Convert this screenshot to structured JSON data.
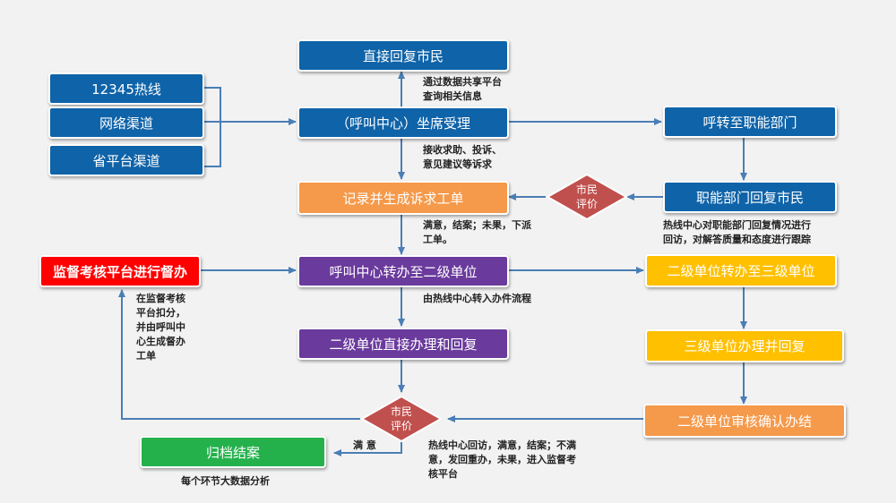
{
  "boxes": {
    "reply_direct": "直接回复市民",
    "hotline": "12345热线",
    "network": "网络渠道",
    "province": "省平台渠道",
    "call_center": "（呼叫中心）坐席受理",
    "transfer_dept": "呼转至职能部门",
    "record": "记录并生成诉求工单",
    "dept_reply": "职能部门回复市民",
    "supervise": "监督考核平台进行督办",
    "to_level2": "呼叫中心转办至二级单位",
    "level2_to_level3": "二级单位转办至三级单位",
    "level2_handle": "二级单位直接办理和回复",
    "level3_handle": "三级单位办理并回复",
    "level2_review": "二级单位审核确认办结",
    "archive": "归档结案"
  },
  "notes": {
    "share_query": [
      "通过数据共享平台",
      "查询相关信息"
    ],
    "receive": [
      "接收求助、投诉、",
      "意见建议等诉求"
    ],
    "callback_dept": [
      "热线中心对职能部门回复情况进行",
      "回访，对解答质量和态度进行跟踪"
    ],
    "satisfied_dispatch": [
      "满意，结案；未果，下派",
      "工单。"
    ],
    "hotline_flow": [
      "由热线中心转入办件流程"
    ],
    "supervise_note": [
      "在监督考核",
      "平台扣分，",
      "并由呼叫中",
      "心生成督办",
      "工单"
    ],
    "satisfied": [
      "满 意"
    ],
    "callback_final": [
      "热线中心回访，满意，结案；不满",
      "意，发回重办，未果，进入监督考",
      "核平台"
    ],
    "bigdata": [
      "每个环节大数据分析"
    ]
  },
  "diamonds": {
    "eval_top": [
      "市民",
      "评价"
    ],
    "eval_bottom": [
      "市民",
      "评价"
    ]
  },
  "colors": {
    "blue": "#0f63a8",
    "orange": "#f5994a",
    "purple": "#6a3a9c",
    "yellow": "#ffc000",
    "red": "#ff0000",
    "green": "#24b14c",
    "diamond": "#c0504d",
    "arrow": "#4a7eb5"
  }
}
